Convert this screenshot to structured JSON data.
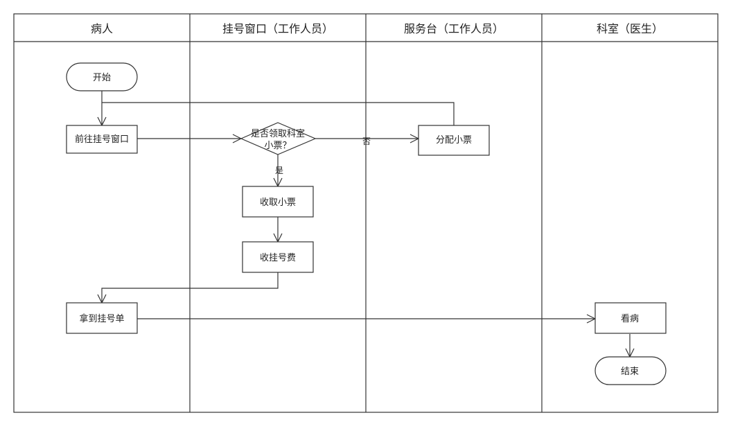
{
  "lanes": {
    "patient": "病人",
    "registration_window": "挂号窗口（工作人员）",
    "service_desk": "服务台（工作人员）",
    "department": "科室（医生）"
  },
  "nodes": {
    "start": "开始",
    "go_to_window": "前往挂号窗口",
    "decision_line1": "是否领取科室",
    "decision_line2": "小票？",
    "assign_ticket": "分配小票",
    "collect_ticket": "收取小票",
    "collect_fee": "收挂号费",
    "get_registration_slip": "拿到挂号单",
    "see_doctor": "看病",
    "end": "结束"
  },
  "edges": {
    "no": "否",
    "yes": "是"
  }
}
